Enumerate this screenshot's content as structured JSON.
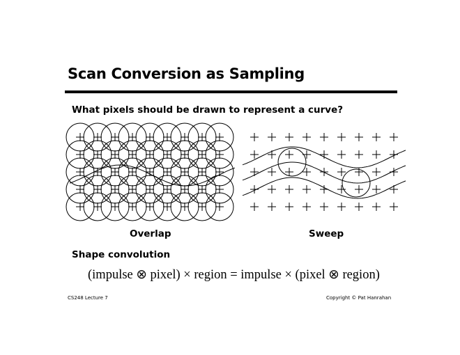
{
  "slide": {
    "title": "Scan Conversion as Sampling",
    "question": "What pixels should be drawn to represent a curve?",
    "left_caption": "Overlap",
    "right_caption": "Sweep",
    "subheading": "Shape convolution",
    "equation": "(impulse ⊗ pixel) × region = impulse × (pixel ⊗ region)",
    "footer_left": "CS248 Lecture 7",
    "footer_right": "Copyright © Pat Hanrahan"
  }
}
